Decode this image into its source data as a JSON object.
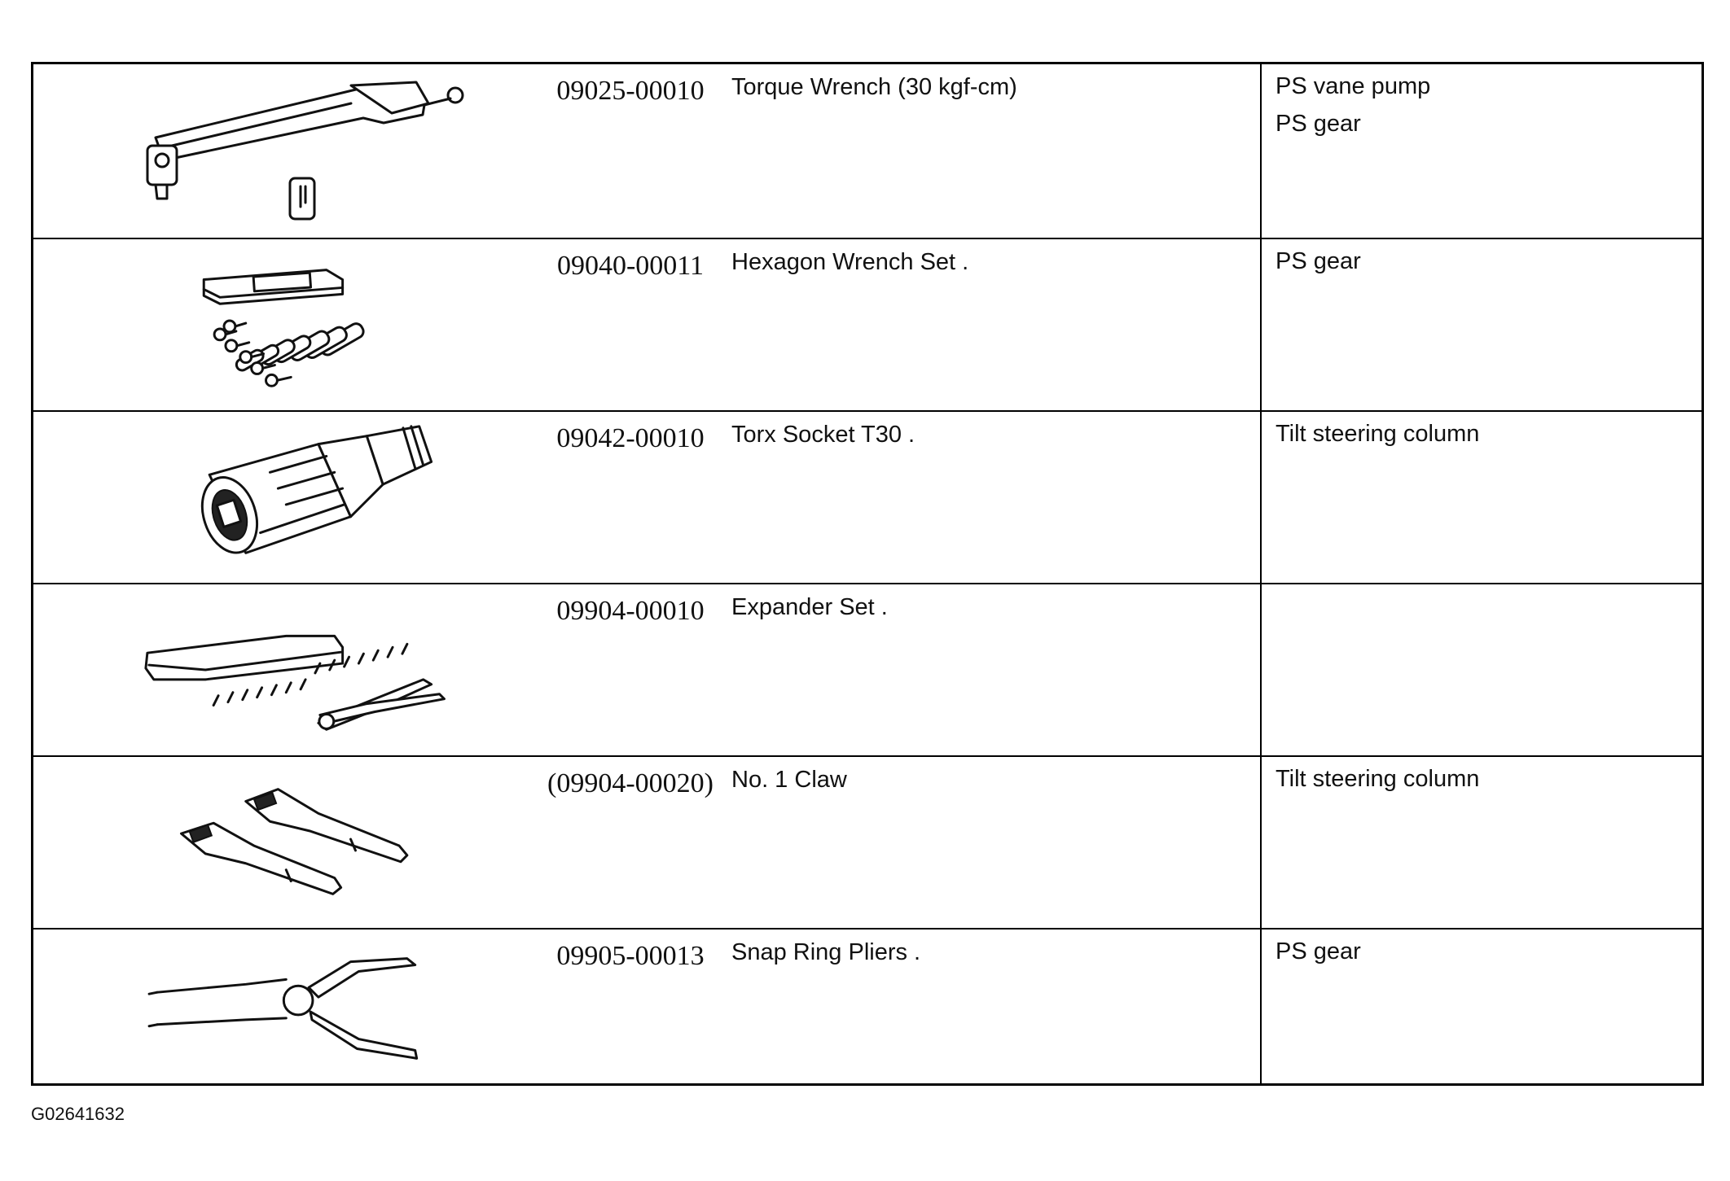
{
  "rows": [
    {
      "part_no": "09025-00010",
      "name": "Torque Wrench (30 kgf-cm)",
      "usage": [
        "PS vane pump",
        "PS gear"
      ],
      "icon": "torque-wrench-icon"
    },
    {
      "part_no": "09040-00011",
      "name": "Hexagon Wrench Set .",
      "usage": [
        "PS gear"
      ],
      "icon": "hexagon-wrench-set-icon"
    },
    {
      "part_no": "09042-00010",
      "name": "Torx Socket T30 .",
      "usage": [
        "Tilt steering column"
      ],
      "icon": "torx-socket-icon"
    },
    {
      "part_no": "09904-00010",
      "name": "Expander Set .",
      "usage": [],
      "icon": "expander-set-icon"
    },
    {
      "part_no": "(09904-00020)",
      "name": "No. 1 Claw",
      "usage": [
        "Tilt steering column"
      ],
      "icon": "claw-icon"
    },
    {
      "part_no": "09905-00013",
      "name": "Snap Ring Pliers .",
      "usage": [
        "PS gear"
      ],
      "icon": "snap-ring-pliers-icon"
    }
  ],
  "figure_code": "G02641632"
}
